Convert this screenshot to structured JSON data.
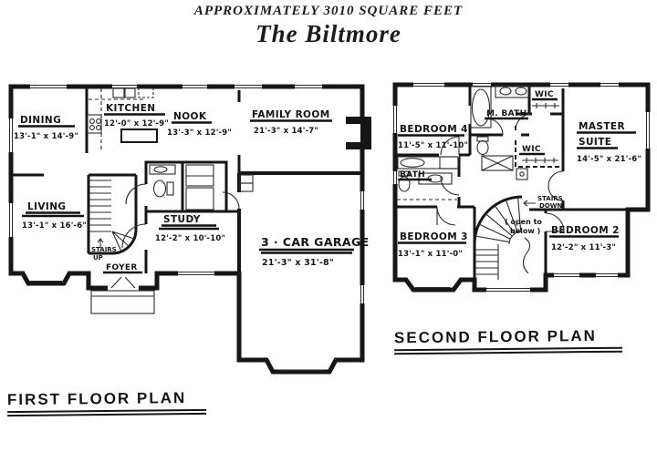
{
  "title": {
    "subtitle": "APPROXIMATELY 3010 SQUARE FEET",
    "name": "The Biltmore"
  },
  "first_floor": {
    "label": "FIRST FLOOR PLAN",
    "dining": {
      "name": "DINING",
      "dims": "13'-1\" x 14'-9\""
    },
    "kitchen": {
      "name": "KITCHEN",
      "dims": "12'-0\" x 12'-9\""
    },
    "nook": {
      "name": "NOOK",
      "dims": "13'-3\" x 12'-9\""
    },
    "family": {
      "name": "FAMILY ROOM",
      "dims": "21'-3\" x 14'-7\""
    },
    "living": {
      "name": "LIVING",
      "dims": "13'-1\" x 16'-6\""
    },
    "study": {
      "name": "STUDY",
      "dims": "12'-2\" x 10'-10\""
    },
    "garage": {
      "name": "3 · CAR GARAGE",
      "dims": "21'-3\" x 31'-8\""
    },
    "foyer": {
      "name": "FOYER"
    },
    "stairs_note": {
      "line1": "STAIRS",
      "line2": "UP"
    }
  },
  "second_floor": {
    "label": "SECOND FLOOR PLAN",
    "bedroom4": {
      "name": "BEDROOM 4",
      "dims": "11'-5\" x 11'-10\""
    },
    "m_bath": {
      "name": "M. BATH"
    },
    "wic_top": {
      "name": "WIC"
    },
    "wic_master": {
      "name": "WIC"
    },
    "master": {
      "line1": "MASTER",
      "line2": "SUITE",
      "dims": "14'-5\" x 21'-6\""
    },
    "bath": {
      "name": "BATH"
    },
    "bedroom3": {
      "name": "BEDROOM 3",
      "dims": "13'-1\" x 11'-0\""
    },
    "bedroom2": {
      "name": "BEDROOM 2",
      "dims": "12'-2\" x 11'-3\""
    },
    "stairs_note": {
      "line1": "STAIRS",
      "line2": "DOWN"
    },
    "open_note": {
      "line1": "( open to",
      "line2": "below )"
    }
  },
  "colors": {
    "ink": "#161616",
    "paper": "#ffffff"
  }
}
